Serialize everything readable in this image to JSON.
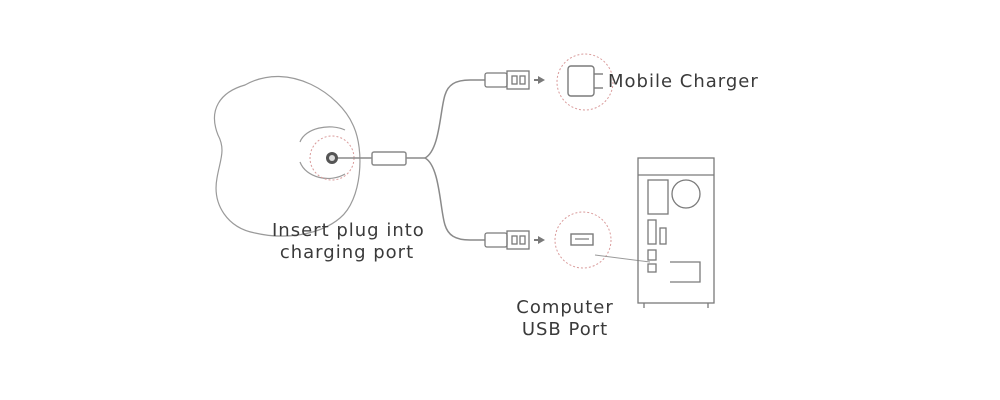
{
  "labels": {
    "mobile_charger": "Mobile Charger",
    "insert_line1": "Insert plug into",
    "insert_line2": "charging port",
    "computer_line1": "Computer",
    "computer_line2": "USB Port"
  },
  "colors": {
    "line": "#8a8a8a",
    "dashed": "#d99a9a",
    "text": "#3a3a3a"
  }
}
